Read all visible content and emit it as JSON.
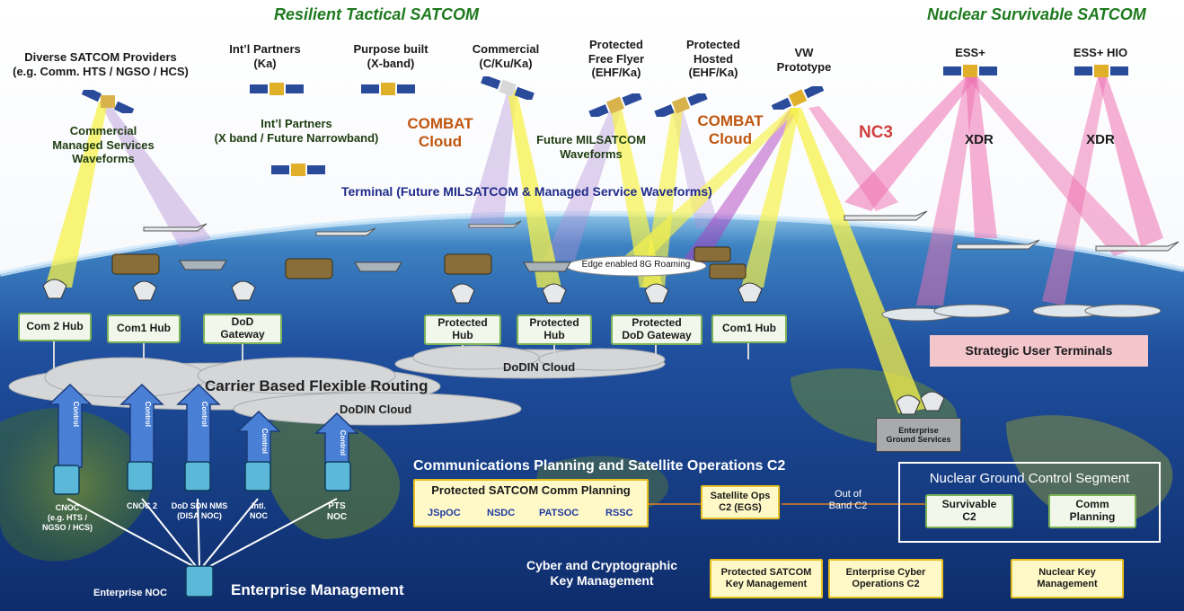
{
  "headers": {
    "resilient": "Resilient Tactical SATCOM",
    "nuclear": "Nuclear Survivable SATCOM"
  },
  "satellites": {
    "diverse": "Diverse SATCOM Providers\n(e.g. Comm. HTS / NGSO / HCS)",
    "intl_ka": "Int’l Partners\n(Ka)",
    "purpose_built": "Purpose built\n(X-band)",
    "commercial": "Commercial\n(C/Ku/Ka)",
    "free_flyer": "Protected\nFree Flyer\n(EHF/Ka)",
    "hosted": "Protected\nHosted\n(EHF/Ka)",
    "vw": "VW\nPrototype",
    "ess": "ESS+",
    "ess_hio": "ESS+ HIO",
    "intl_x": "Int’l Partners\n(X band / Future Narrowband)"
  },
  "labels": {
    "commercial_waveforms": "Commercial\nManaged Services\nWaveforms",
    "combat_cloud_1": "COMBAT\nCloud",
    "combat_cloud_2": "COMBAT\nCloud",
    "future_milsatcom": "Future MILSATCOM\nWaveforms",
    "nc3": "NC3",
    "xdr_1": "XDR",
    "xdr_2": "XDR",
    "terminal": "Terminal (Future MILSATCOM & Managed Service Waveforms)",
    "edge_roaming": "Edge enabled 8G Roaming",
    "strategic_terminals": "Strategic User Terminals",
    "carrier_routing": "Carrier Based Flexible Routing",
    "dodin_cloud_upper": "DoDIN Cloud",
    "dodin_cloud_lower": "DoDIN Cloud",
    "enterprise_ground": "Enterprise\nGround Services",
    "control": "Control",
    "comms_planning_title": "Communications Planning and Satellite Operations C2",
    "enterprise_management": "Enterprise Management",
    "cyber_key": "Cyber and Cryptographic\nKey Management",
    "out_of_band": "Out of\nBand C2"
  },
  "hubs": [
    "Com 2 Hub",
    "Com1 Hub",
    "DoD\nGateway",
    "Protected\nHub",
    "Protected\nHub",
    "Protected\nDoD Gateway",
    "Com1 Hub"
  ],
  "nocs": [
    "CNOC\n(e.g. HTS /\nNGSO / HCS)",
    "CNOC 2",
    "DoD SDN NMS\n(DISA NOC)",
    "Intl.\nNOC",
    "PTS\nNOC"
  ],
  "enterprise_noc": "Enterprise NOC",
  "planning": {
    "title": "Protected SATCOM Comm Planning",
    "items": [
      "JSpOC",
      "NSDC",
      "PATSOC",
      "RSSC"
    ]
  },
  "sat_ops": "Satellite Ops\nC2 (EGS)",
  "nuclear_ground": {
    "title": "Nuclear Ground Control Segment",
    "survivable": "Survivable\nC2",
    "comm_planning": "Comm\nPlanning"
  },
  "bottom_boxes": {
    "protected_key": "Protected SATCOM\nKey Management",
    "cyber_ops": "Enterprise Cyber\nOperations C2",
    "nuclear_key": "Nuclear Key\nManagement"
  }
}
